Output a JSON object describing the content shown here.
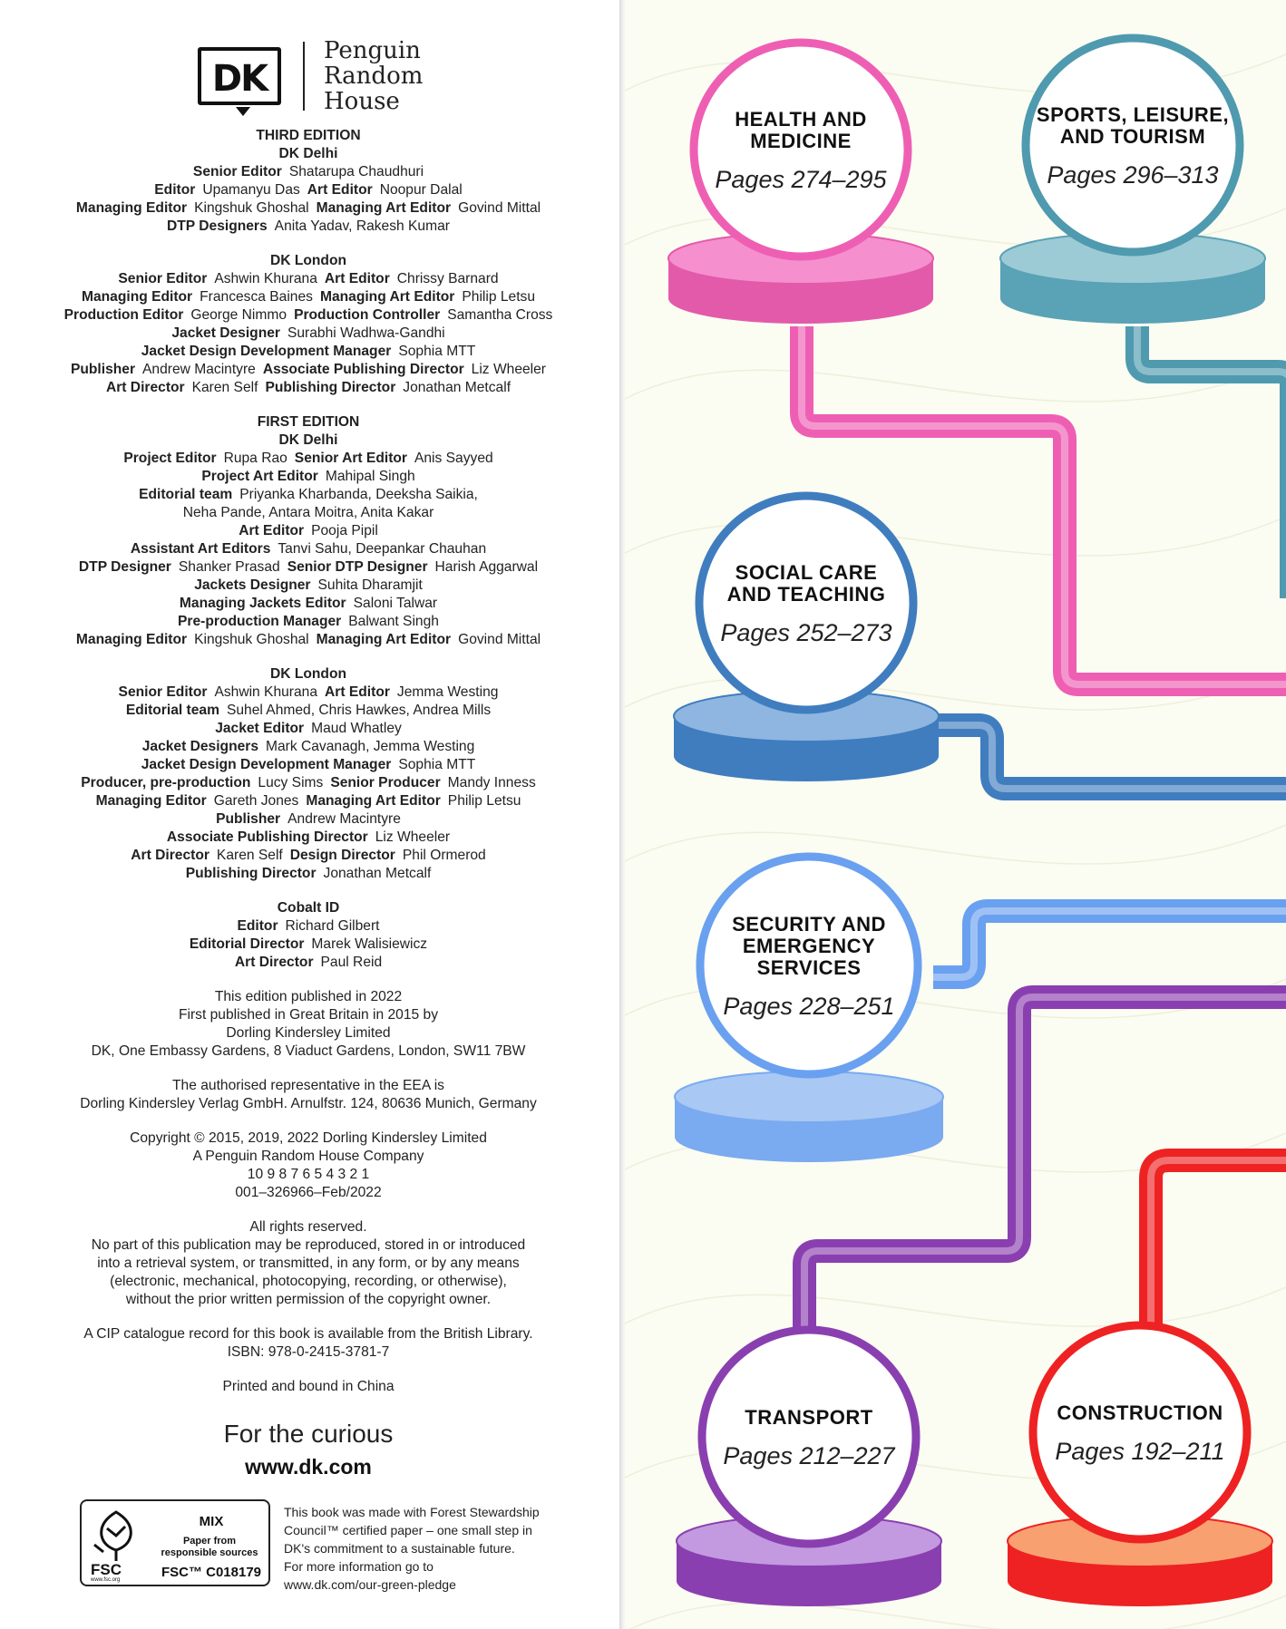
{
  "logo": {
    "dk": "DK",
    "publisher_lines": [
      "Penguin",
      "Random",
      "House"
    ]
  },
  "credits": [
    {
      "lines": [
        [
          {
            "b": true,
            "t": "THIRD EDITION"
          }
        ],
        [
          {
            "b": true,
            "t": "DK Delhi"
          }
        ],
        [
          {
            "b": true,
            "t": "Senior Editor"
          },
          {
            "b": false,
            "t": "Shatarupa Chaudhuri"
          }
        ],
        [
          {
            "b": true,
            "t": "Editor"
          },
          {
            "b": false,
            "t": "Upamanyu Das"
          },
          {
            "b": true,
            "t": "Art Editor"
          },
          {
            "b": false,
            "t": "Noopur Dalal"
          }
        ],
        [
          {
            "b": true,
            "t": "Managing Editor"
          },
          {
            "b": false,
            "t": "Kingshuk Ghoshal"
          },
          {
            "b": true,
            "t": "Managing Art Editor"
          },
          {
            "b": false,
            "t": "Govind Mittal"
          }
        ],
        [
          {
            "b": true,
            "t": "DTP Designers"
          },
          {
            "b": false,
            "t": "Anita Yadav, Rakesh Kumar"
          }
        ]
      ]
    },
    {
      "lines": [
        [
          {
            "b": true,
            "t": "DK London"
          }
        ],
        [
          {
            "b": true,
            "t": "Senior Editor"
          },
          {
            "b": false,
            "t": "Ashwin Khurana"
          },
          {
            "b": true,
            "t": "Art Editor"
          },
          {
            "b": false,
            "t": "Chrissy Barnard"
          }
        ],
        [
          {
            "b": true,
            "t": "Managing Editor"
          },
          {
            "b": false,
            "t": "Francesca Baines"
          },
          {
            "b": true,
            "t": "Managing Art Editor"
          },
          {
            "b": false,
            "t": "Philip Letsu"
          }
        ],
        [
          {
            "b": true,
            "t": "Production Editor"
          },
          {
            "b": false,
            "t": "George Nimmo"
          },
          {
            "b": true,
            "t": "Production Controller"
          },
          {
            "b": false,
            "t": "Samantha Cross"
          }
        ],
        [
          {
            "b": true,
            "t": "Jacket Designer"
          },
          {
            "b": false,
            "t": "Surabhi Wadhwa-Gandhi"
          }
        ],
        [
          {
            "b": true,
            "t": "Jacket Design Development Manager"
          },
          {
            "b": false,
            "t": "Sophia MTT"
          }
        ],
        [
          {
            "b": true,
            "t": "Publisher"
          },
          {
            "b": false,
            "t": "Andrew Macintyre"
          },
          {
            "b": true,
            "t": "Associate Publishing Director"
          },
          {
            "b": false,
            "t": "Liz Wheeler"
          }
        ],
        [
          {
            "b": true,
            "t": "Art Director"
          },
          {
            "b": false,
            "t": "Karen Self"
          },
          {
            "b": true,
            "t": "Publishing Director"
          },
          {
            "b": false,
            "t": "Jonathan Metcalf"
          }
        ]
      ]
    },
    {
      "lines": [
        [
          {
            "b": true,
            "t": "FIRST EDITION"
          }
        ],
        [
          {
            "b": true,
            "t": "DK Delhi"
          }
        ],
        [
          {
            "b": true,
            "t": "Project Editor"
          },
          {
            "b": false,
            "t": "Rupa Rao"
          },
          {
            "b": true,
            "t": "Senior Art Editor"
          },
          {
            "b": false,
            "t": "Anis Sayyed"
          }
        ],
        [
          {
            "b": true,
            "t": "Project Art Editor"
          },
          {
            "b": false,
            "t": "Mahipal Singh"
          }
        ],
        [
          {
            "b": true,
            "t": "Editorial team"
          },
          {
            "b": false,
            "t": "Priyanka Kharbanda, Deeksha Saikia,"
          }
        ],
        [
          {
            "b": false,
            "t": "Neha Pande, Antara Moitra, Anita Kakar"
          }
        ],
        [
          {
            "b": true,
            "t": "Art Editor"
          },
          {
            "b": false,
            "t": "Pooja Pipil"
          }
        ],
        [
          {
            "b": true,
            "t": "Assistant Art Editors"
          },
          {
            "b": false,
            "t": "Tanvi Sahu, Deepankar Chauhan"
          }
        ],
        [
          {
            "b": true,
            "t": "DTP Designer"
          },
          {
            "b": false,
            "t": "Shanker Prasad"
          },
          {
            "b": true,
            "t": "Senior DTP Designer"
          },
          {
            "b": false,
            "t": "Harish Aggarwal"
          }
        ],
        [
          {
            "b": true,
            "t": "Jackets Designer"
          },
          {
            "b": false,
            "t": "Suhita Dharamjit"
          }
        ],
        [
          {
            "b": true,
            "t": "Managing Jackets Editor"
          },
          {
            "b": false,
            "t": "Saloni Talwar"
          }
        ],
        [
          {
            "b": true,
            "t": "Pre-production Manager"
          },
          {
            "b": false,
            "t": "Balwant Singh"
          }
        ],
        [
          {
            "b": true,
            "t": "Managing Editor"
          },
          {
            "b": false,
            "t": "Kingshuk Ghoshal"
          },
          {
            "b": true,
            "t": "Managing Art Editor"
          },
          {
            "b": false,
            "t": "Govind Mittal"
          }
        ]
      ]
    },
    {
      "lines": [
        [
          {
            "b": true,
            "t": "DK London"
          }
        ],
        [
          {
            "b": true,
            "t": "Senior Editor"
          },
          {
            "b": false,
            "t": "Ashwin Khurana"
          },
          {
            "b": true,
            "t": "Art Editor"
          },
          {
            "b": false,
            "t": "Jemma Westing"
          }
        ],
        [
          {
            "b": true,
            "t": "Editorial team"
          },
          {
            "b": false,
            "t": "Suhel Ahmed, Chris Hawkes, Andrea Mills"
          }
        ],
        [
          {
            "b": true,
            "t": "Jacket Editor"
          },
          {
            "b": false,
            "t": "Maud Whatley"
          }
        ],
        [
          {
            "b": true,
            "t": "Jacket Designers"
          },
          {
            "b": false,
            "t": "Mark Cavanagh, Jemma Westing"
          }
        ],
        [
          {
            "b": true,
            "t": "Jacket Design Development Manager"
          },
          {
            "b": false,
            "t": "Sophia MTT"
          }
        ],
        [
          {
            "b": true,
            "t": "Producer, pre-production"
          },
          {
            "b": false,
            "t": "Lucy Sims"
          },
          {
            "b": true,
            "t": "Senior Producer"
          },
          {
            "b": false,
            "t": "Mandy Inness"
          }
        ],
        [
          {
            "b": true,
            "t": "Managing Editor"
          },
          {
            "b": false,
            "t": "Gareth Jones"
          },
          {
            "b": true,
            "t": "Managing Art Editor"
          },
          {
            "b": false,
            "t": "Philip Letsu"
          }
        ],
        [
          {
            "b": true,
            "t": "Publisher"
          },
          {
            "b": false,
            "t": "Andrew Macintyre"
          }
        ],
        [
          {
            "b": true,
            "t": "Associate Publishing Director"
          },
          {
            "b": false,
            "t": "Liz Wheeler"
          }
        ],
        [
          {
            "b": true,
            "t": "Art Director"
          },
          {
            "b": false,
            "t": "Karen Self"
          },
          {
            "b": true,
            "t": "Design Director"
          },
          {
            "b": false,
            "t": "Phil Ormerod"
          }
        ],
        [
          {
            "b": true,
            "t": "Publishing Director"
          },
          {
            "b": false,
            "t": "Jonathan Metcalf"
          }
        ]
      ]
    },
    {
      "lines": [
        [
          {
            "b": true,
            "t": "Cobalt ID"
          }
        ],
        [
          {
            "b": true,
            "t": "Editor"
          },
          {
            "b": false,
            "t": "Richard Gilbert"
          }
        ],
        [
          {
            "b": true,
            "t": "Editorial Director"
          },
          {
            "b": false,
            "t": "Marek Walisiewicz"
          }
        ],
        [
          {
            "b": true,
            "t": "Art Director"
          },
          {
            "b": false,
            "t": "Paul Reid"
          }
        ]
      ]
    },
    {
      "lines": [
        [
          {
            "b": false,
            "t": "This edition published in 2022"
          }
        ],
        [
          {
            "b": false,
            "t": "First published in Great Britain in 2015 by"
          }
        ],
        [
          {
            "b": false,
            "t": "Dorling Kindersley Limited"
          }
        ],
        [
          {
            "b": false,
            "t": "DK, One Embassy Gardens, 8 Viaduct Gardens, London, SW11 7BW"
          }
        ]
      ]
    },
    {
      "lines": [
        [
          {
            "b": false,
            "t": "The authorised representative in the EEA is"
          }
        ],
        [
          {
            "b": false,
            "t": "Dorling Kindersley Verlag GmbH. Arnulfstr. 124, 80636 Munich, Germany"
          }
        ]
      ]
    },
    {
      "lines": [
        [
          {
            "b": false,
            "t": "Copyright © 2015, 2019, 2022 Dorling Kindersley Limited"
          }
        ],
        [
          {
            "b": false,
            "t": "A Penguin Random House Company"
          }
        ],
        [
          {
            "b": false,
            "t": "10 9 8 7 6 5 4 3 2 1"
          }
        ],
        [
          {
            "b": false,
            "t": "001–326966–Feb/2022"
          }
        ]
      ]
    },
    {
      "lines": [
        [
          {
            "b": false,
            "t": "All rights reserved."
          }
        ],
        [
          {
            "b": false,
            "t": "No part of this publication may be reproduced, stored in or introduced"
          }
        ],
        [
          {
            "b": false,
            "t": "into a retrieval system, or transmitted, in any form, or by any means"
          }
        ],
        [
          {
            "b": false,
            "t": "(electronic, mechanical, photocopying, recording, or otherwise),"
          }
        ],
        [
          {
            "b": false,
            "t": "without the prior written permission of the copyright owner."
          }
        ]
      ]
    },
    {
      "lines": [
        [
          {
            "b": false,
            "t": "A CIP catalogue record for this book is available from the British Library."
          }
        ],
        [
          {
            "b": false,
            "t": "ISBN: 978-0-2415-3781-7"
          }
        ]
      ]
    },
    {
      "lines": [
        [
          {
            "b": false,
            "t": "Printed and bound in China"
          }
        ]
      ]
    }
  ],
  "tagline": "For the curious",
  "website": "www.dk.com",
  "fsc": {
    "mix": "MIX",
    "paper_lines": [
      "Paper from",
      "responsible sources"
    ],
    "code": "FSC™ C018179",
    "label": "FSC",
    "url": "www.fsc.org",
    "note_lines": [
      "This book was made with Forest Stewardship",
      "Council™ certified paper – one small step in",
      "DK's commitment to a sustainable future.",
      "For more information go to",
      "www.dk.com/our-green-pledge"
    ]
  },
  "colors": {
    "pink": "#ee5fb4",
    "teal": "#4f9aaf",
    "blue": "#3f7dbf",
    "light_blue": "#6aa0f0",
    "purple": "#8a3fb0",
    "red": "#ee2222"
  },
  "nodes": [
    {
      "id": "health",
      "title_lines": [
        "HEALTH AND",
        "MEDICINE"
      ],
      "pages": "Pages 274–295",
      "color": "#ee5fb4",
      "base": "#f58fce",
      "dark": "#e35aaa"
    },
    {
      "id": "sports",
      "title_lines": [
        "SPORTS, LEISURE,",
        "AND TOURISM"
      ],
      "pages": "Pages 296–313",
      "color": "#4f9aaf",
      "base": "#9ccbd6",
      "dark": "#5aa2b6"
    },
    {
      "id": "social",
      "title_lines": [
        "SOCIAL CARE",
        "AND TEACHING"
      ],
      "pages": "Pages 252–273",
      "color": "#3f7dbf",
      "base": "#8fb6e0",
      "dark": "#3f7dbf"
    },
    {
      "id": "security",
      "title_lines": [
        "SECURITY AND",
        "EMERGENCY",
        "SERVICES"
      ],
      "pages": "Pages 228–251",
      "color": "#6aa0f0",
      "base": "#a9c8f4",
      "dark": "#7aaaf0"
    },
    {
      "id": "transport",
      "title_lines": [
        "TRANSPORT"
      ],
      "pages": "Pages 212–227",
      "color": "#8a3fb0",
      "base": "#c39ae0",
      "dark": "#8a3fb0"
    },
    {
      "id": "construction",
      "title_lines": [
        "CONSTRUCTION"
      ],
      "pages": "Pages 192–211",
      "color": "#ee2222",
      "base": "#f9a070",
      "dark": "#ee2222"
    }
  ]
}
